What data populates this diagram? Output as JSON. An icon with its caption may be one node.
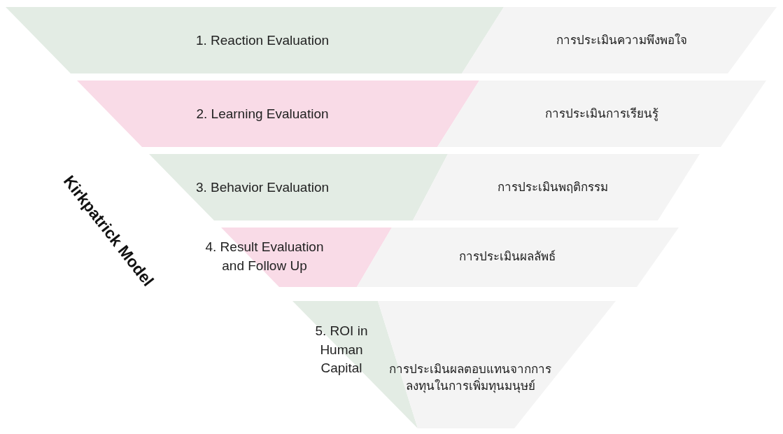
{
  "diagram": {
    "nodes": [
      {
        "text": [
          "1. Reaction Evaluation"
        ]
      },
      {
        "text": [
          "การประเมินความพึงพอใจ"
        ]
      },
      {
        "text": [
          "2. Learning Evaluation"
        ]
      },
      {
        "text": [
          "การประเมินการเรียนรู้"
        ]
      },
      {
        "text": [
          "3. Behavior Evaluation"
        ]
      },
      {
        "text": [
          "การประเมินพฤติกรรม"
        ]
      },
      {
        "text": [
          "4. Result Evaluation and Follow Up"
        ]
      },
      {
        "text": [
          "การประเมินผลลัพธ์"
        ]
      },
      {
        "text": [
          "5. ROI in Human Capital"
        ]
      },
      {
        "text": [
          "การประเมินผลตอบแทนจากการลงทุนในการเพิ่มทุนมนุษย์"
        ]
      }
    ],
    "labels": [
      "Kirkpatrick Model"
    ]
  }
}
